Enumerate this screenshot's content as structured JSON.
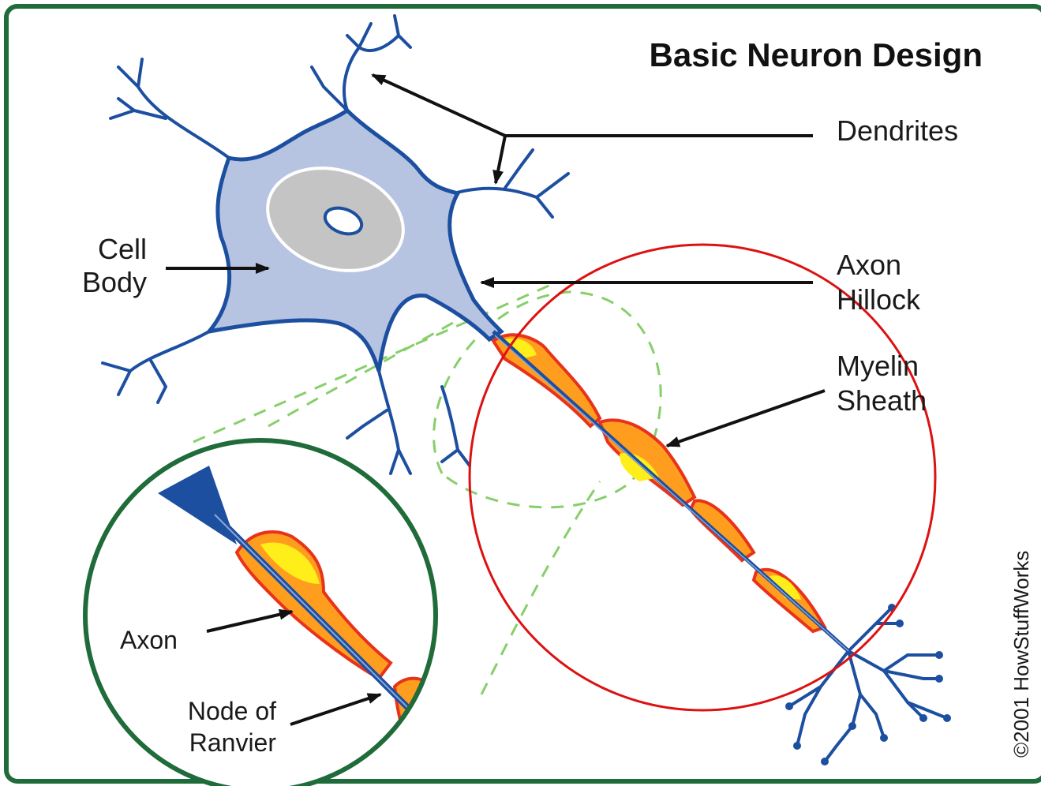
{
  "title": "Basic Neuron Design",
  "labels": {
    "dendrites": "Dendrites",
    "cell_body_1": "Cell",
    "cell_body_2": "Body",
    "axon_hillock_1": "Axon",
    "axon_hillock_2": "Hillock",
    "myelin_sheath_1": "Myelin",
    "myelin_sheath_2": "Sheath",
    "axon": "Axon",
    "node_of_ranvier_1": "Node of",
    "node_of_ranvier_2": "Ranvier"
  },
  "credit": "©2001 HowStuffWorks",
  "colors": {
    "frame": "#1f6b3a",
    "neuron_outline": "#1d4fa0",
    "cell_fill": "#b6c4e2",
    "nucleus_fill": "#c4c4c4",
    "myelin_outer": "#e8331a",
    "myelin_mid": "#ff9d1f",
    "myelin_inner": "#ffee1a",
    "guide_dash": "#86cf6a",
    "highlight_circle": "#dd1111"
  }
}
